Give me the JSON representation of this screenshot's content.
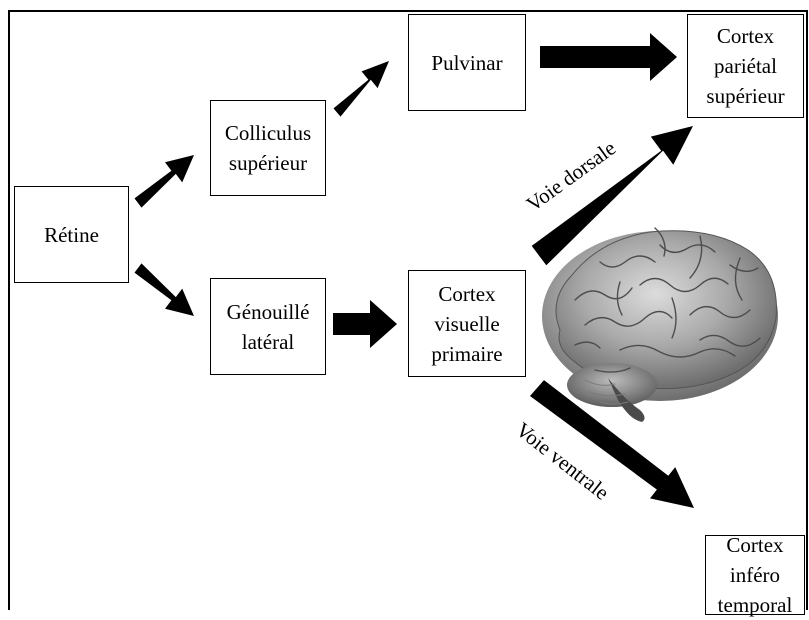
{
  "nodes": {
    "retine": "Rétine",
    "colliculus": "Colliculus\nsupérieur",
    "genouille": "Génouillé\nlatéral",
    "pulvinar": "Pulvinar",
    "cortex_visuel": "Cortex\nvisuelle\nprimaire",
    "cortex_parietal": "Cortex\npariétal\nsupérieur",
    "cortex_infero": "Cortex\ninféro\ntemporal"
  },
  "labels": {
    "dorsal": "Voie dorsale",
    "ventral": "Voie ventrale"
  },
  "colors": {
    "arrow": "#000000",
    "box_border": "#000000",
    "background": "#ffffff"
  }
}
